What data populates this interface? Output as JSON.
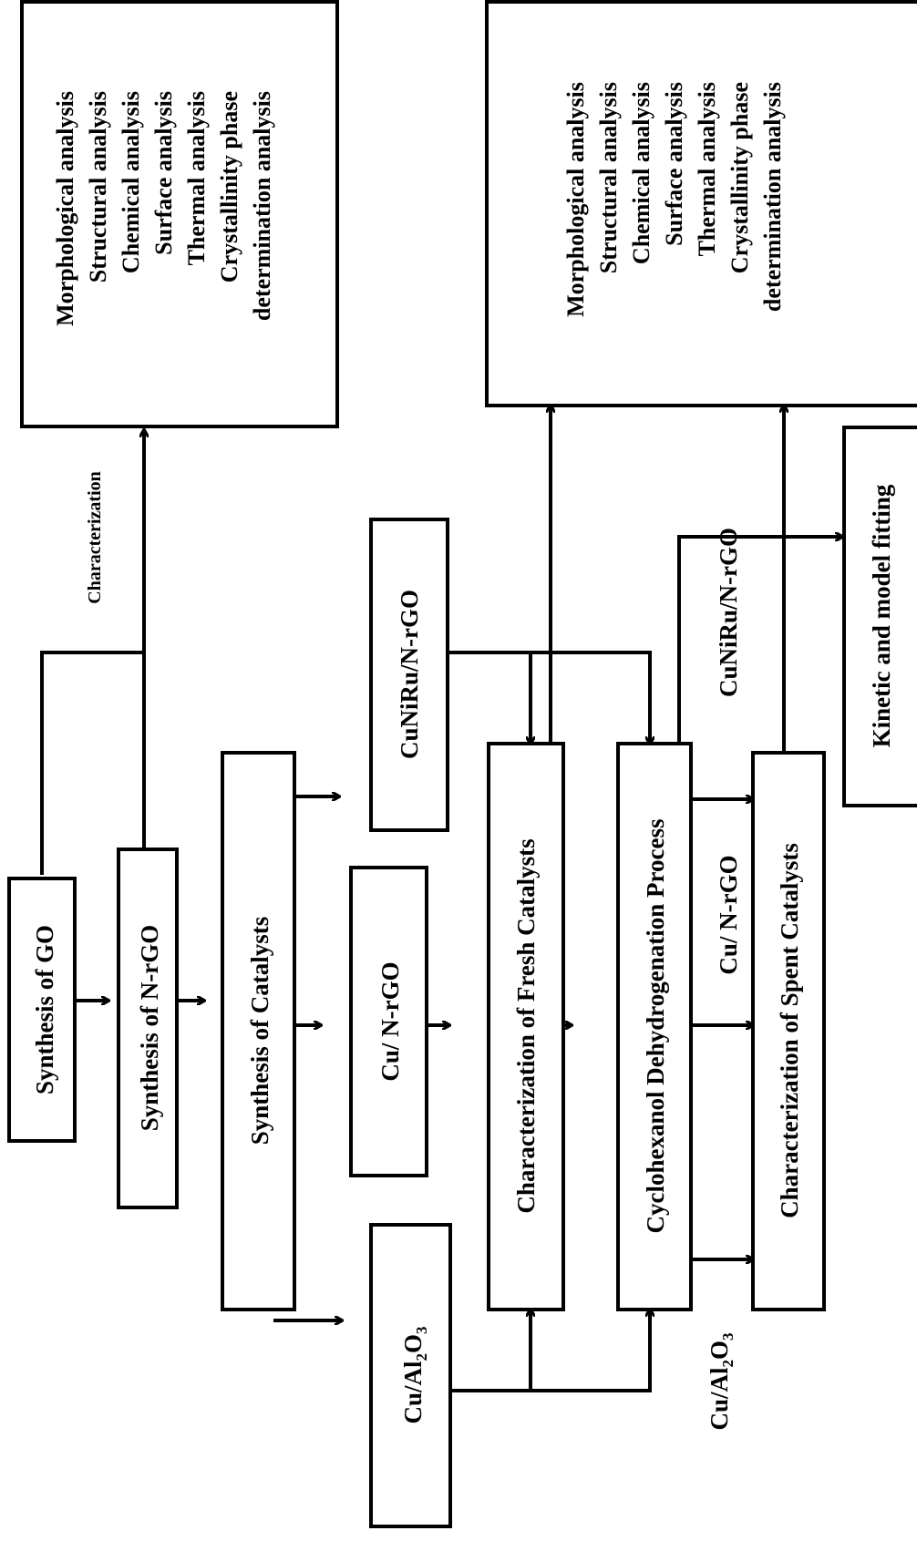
{
  "steps": {
    "synthesis_go": "Synthesis of GO",
    "synthesis_nrgo": "Synthesis of N-rGO",
    "synthesis_catalysts": "Synthesis of Catalysts",
    "cu_al2o3": {
      "base": "Cu/Al",
      "sub1": "2",
      "mid": "O",
      "sub2": "3"
    },
    "cu_nrgo": "Cu/ N-rGO",
    "cunirun_nrgo": "CuNiRu/N-rGO",
    "char_fresh": "Characterization of Fresh Catalysts",
    "dehydrogenation": "Cyclohexanol Dehydrogenation Process",
    "char_spent": "Characterization of Spent Catalysts",
    "kinetic": "Kinetic and model fitting"
  },
  "labels": {
    "characterization": "Characterization",
    "out_cu_nrgo": "Cu/ N-rGO",
    "out_cunirun_nrgo": "CuNiRu/N-rGO",
    "out_cu_al2o3": {
      "base": "Cu/Al",
      "sub1": "2",
      "mid": "O",
      "sub2": "3"
    }
  },
  "analysis_list_1": [
    "Morphological analysis",
    "Structural analysis",
    "Chemical analysis",
    "Surface analysis",
    "Thermal analysis",
    "Crystallinity phase",
    "determination analysis"
  ],
  "analysis_list_2": [
    "Morphological analysis",
    "Structural analysis",
    "Chemical analysis",
    "Surface analysis",
    "Thermal analysis",
    "Crystallinity phase",
    "determination analysis"
  ],
  "colors": {
    "stroke": "#000000",
    "background": "#ffffff"
  }
}
